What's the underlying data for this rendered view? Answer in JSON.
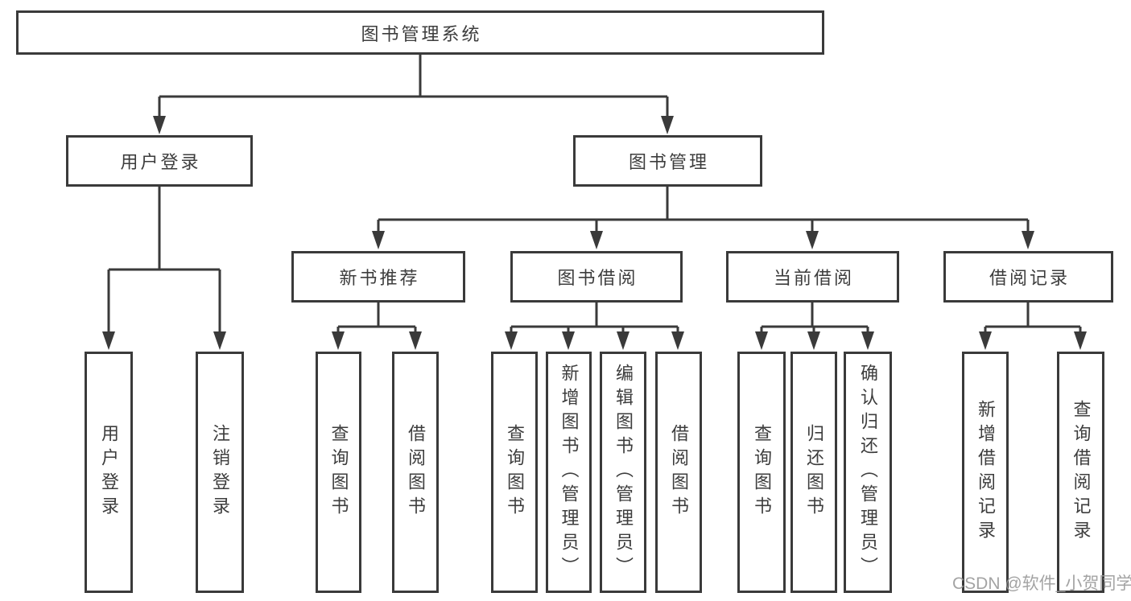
{
  "colors": {
    "line": "#3a3a3a",
    "text": "#3d3d3d",
    "bg": "#ffffff",
    "watermark": "#9a9a9a"
  },
  "watermark": {
    "text": "CSDN @软件_小贺同学"
  },
  "tree": {
    "root": {
      "label": "图书管理系统",
      "children": [
        {
          "label": "用户登录",
          "children": [
            {
              "label": "用户登录"
            },
            {
              "label": "注销登录"
            }
          ]
        },
        {
          "label": "图书管理",
          "children": [
            {
              "label": "新书推荐",
              "children": [
                {
                  "label": "查询图书"
                },
                {
                  "label": "借阅图书"
                }
              ]
            },
            {
              "label": "图书借阅",
              "children": [
                {
                  "label": "查询图书"
                },
                {
                  "label": "新增图书（管理员）"
                },
                {
                  "label": "编辑图书（管理员）"
                },
                {
                  "label": "借阅图书"
                }
              ]
            },
            {
              "label": "当前借阅",
              "children": [
                {
                  "label": "查询图书"
                },
                {
                  "label": "归还图书"
                },
                {
                  "label": "确认归还（管理员）"
                }
              ]
            },
            {
              "label": "借阅记录",
              "children": [
                {
                  "label": "新增借阅记录"
                },
                {
                  "label": "查询借阅记录"
                }
              ]
            }
          ]
        }
      ]
    }
  }
}
